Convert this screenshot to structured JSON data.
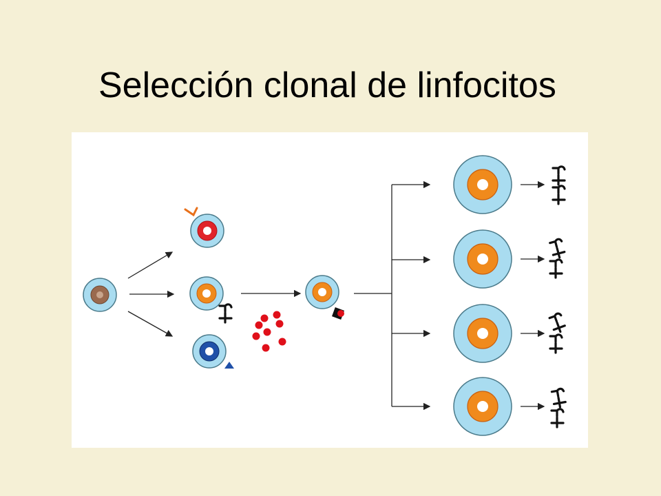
{
  "slide": {
    "title": "Selección clonal de linfocitos"
  },
  "diagram": {
    "colors": {
      "background": "#f5f0d6",
      "panel": "#ffffff",
      "cell_membrane": "#a9dcf0",
      "cell_outline": "#4a7a8a",
      "progenitor_nucleus": "#9a6a4e",
      "red_nucleus": "#e0242a",
      "orange_nucleus": "#f08a1c",
      "blue_nucleus": "#2050a8",
      "antigen": "#e0101a",
      "receptor": "#111111",
      "arrow": "#222222"
    },
    "icons": [
      "progenitor-cell",
      "lymphocyte-cell",
      "antigen-particle",
      "antibody-icon",
      "arrow"
    ]
  }
}
